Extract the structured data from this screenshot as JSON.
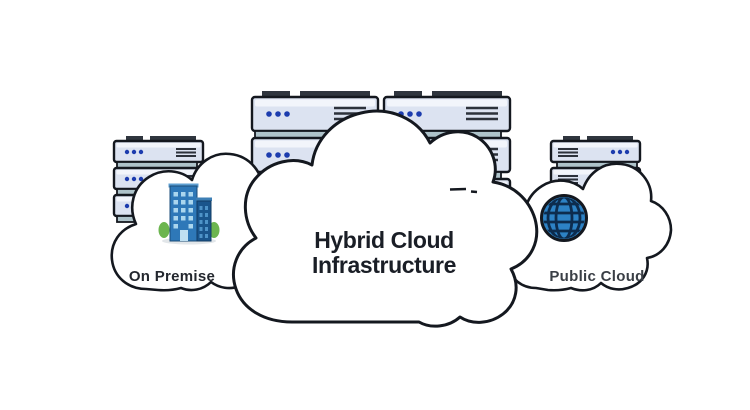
{
  "diagram": {
    "center_cloud": {
      "title_line1": "Hybrid Cloud",
      "title_line2": "Infrastructure"
    },
    "left_cloud": {
      "label": "On Premise",
      "icon": "office-building-icon"
    },
    "right_cloud": {
      "label": "Public Cloud",
      "icon": "globe-icon"
    },
    "server_stacks": [
      {
        "name": "on-premise-server-stack",
        "units": 3
      },
      {
        "name": "core-server-stack-left",
        "units": 3
      },
      {
        "name": "core-server-stack-right",
        "units": 3
      },
      {
        "name": "public-cloud-server-stack",
        "units": 3
      }
    ],
    "colors": {
      "outline": "#14181f",
      "server_body": "#dce3f1",
      "server_strip": "#aec3ca",
      "server_tab": "#2f353e",
      "dot_blue": "#1c3cae",
      "line_gray": "#2d323b",
      "cloud_fill": "#ffffff",
      "building_blue": "#2e78b8",
      "building_tower": "#1a558c",
      "window_blue": "#aad6ee",
      "tree_green": "#6cb54f",
      "globe_blue": "#2d82c5",
      "globe_grid": "#0d2c4e",
      "title_text": "#1a1e26"
    }
  }
}
